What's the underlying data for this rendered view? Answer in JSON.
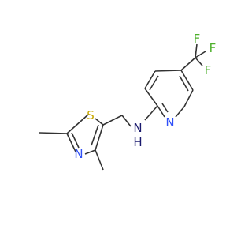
{
  "atoms": {
    "sulfur": "S",
    "thiazole_nitrogen": "N",
    "amine_nitrogen": "N",
    "amine_hydrogen": "H",
    "pyridine_nitrogen": "N",
    "fluorine_top": "F",
    "fluorine_upper_right": "F",
    "fluorine_right": "F"
  },
  "colors": {
    "bond": "#333333",
    "sulfur": "#c8a800",
    "nitrogen": "#3050f8",
    "amine_nitrogen": "#1a1a6e",
    "fluorine": "#4caf2a"
  }
}
